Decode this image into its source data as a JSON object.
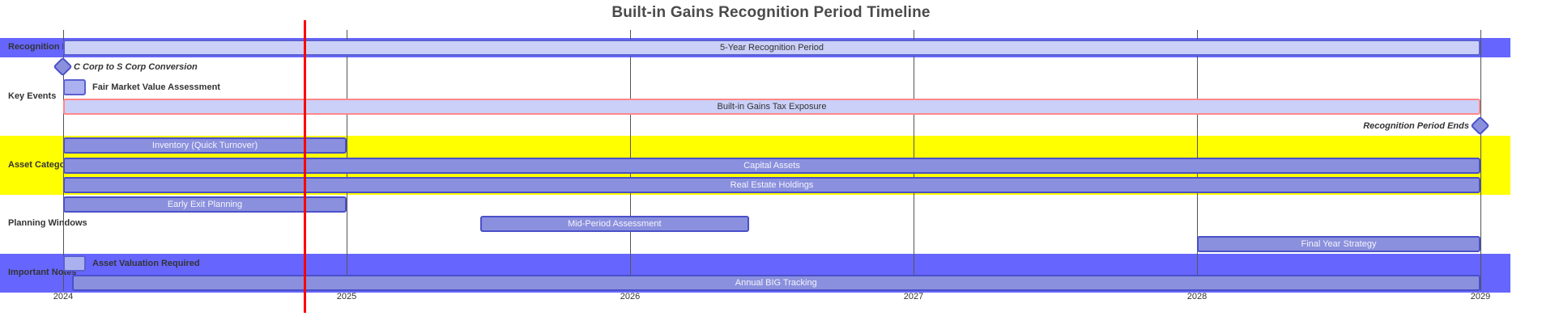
{
  "page": {
    "background": "#ffffff"
  },
  "chart_data": {
    "type": "gantt",
    "title": "Built-in Gains Recognition Period Timeline",
    "x_axis": {
      "ticks": [
        "2024",
        "2025",
        "2026",
        "2027",
        "2028",
        "2029"
      ],
      "start_year": 2024,
      "end_year": 2029,
      "grid": true
    },
    "today_marker_year": 2024.85,
    "legend_position": "none",
    "palette": {
      "task_fill": "#8a90dd",
      "task_border": "#4a50c8",
      "light_fill": "#cbd0f8",
      "light_border": "#5a60d2",
      "critical_border": "#ff8888",
      "active_fill": "#abb1ee",
      "milestone_fill": "#8a90dd",
      "section_band_blue": "#6666ff",
      "section_band_yellow": "#ffff00",
      "today_line": "#ff0000",
      "grid_line": "#555555",
      "text_dark": "#333333",
      "text_light": "#f4f4fb",
      "title_color": "#4a4a4a"
    },
    "sections": [
      {
        "name": "Recognition Period",
        "band_color": "#6666ff"
      },
      {
        "name": "Key Events",
        "band_color": "transparent"
      },
      {
        "name": "Asset Categories",
        "band_color": "#ffff00"
      },
      {
        "name": "Planning Windows",
        "band_color": "transparent"
      },
      {
        "name": "Important Notes",
        "band_color": "#6666ff"
      }
    ],
    "tasks": [
      {
        "section": 0,
        "label": "5-Year Recognition Period",
        "start": 2024,
        "end": 2029,
        "kind": "bar",
        "style": "light",
        "label_position": "inside",
        "label_color": "dark",
        "label_style": "normal"
      },
      {
        "section": 1,
        "label": "C Corp to S Corp Conversion",
        "start": 2024,
        "end": 2024,
        "kind": "milestone",
        "style": "mid",
        "label_position": "after",
        "label_color": "dark",
        "label_style": "bold-italic"
      },
      {
        "section": 1,
        "label": "Fair Market Value Assessment",
        "start": 2024,
        "end": 2024.08,
        "kind": "bar",
        "style": "active",
        "label_position": "after",
        "label_color": "dark",
        "label_style": "bold"
      },
      {
        "section": 1,
        "label": "Built-in Gains Tax Exposure",
        "start": 2024,
        "end": 2029,
        "kind": "bar",
        "style": "critical",
        "label_position": "inside",
        "label_color": "dark",
        "label_style": "normal"
      },
      {
        "section": 1,
        "label": "Recognition Period Ends",
        "start": 2029,
        "end": 2029,
        "kind": "milestone",
        "style": "mid",
        "label_position": "before",
        "label_color": "dark",
        "label_style": "bold-italic"
      },
      {
        "section": 2,
        "label": "Inventory (Quick Turnover)",
        "start": 2024,
        "end": 2025,
        "kind": "bar",
        "style": "mid",
        "label_position": "inside",
        "label_color": "light",
        "label_style": "normal"
      },
      {
        "section": 2,
        "label": "Capital Assets",
        "start": 2024,
        "end": 2029,
        "kind": "bar",
        "style": "mid",
        "label_position": "inside",
        "label_color": "light",
        "label_style": "normal"
      },
      {
        "section": 2,
        "label": "Real Estate Holdings",
        "start": 2024,
        "end": 2029,
        "kind": "bar",
        "style": "mid",
        "label_position": "inside",
        "label_color": "light",
        "label_style": "normal"
      },
      {
        "section": 3,
        "label": "Early Exit Planning",
        "start": 2024,
        "end": 2025,
        "kind": "bar",
        "style": "mid",
        "label_position": "inside",
        "label_color": "light",
        "label_style": "normal"
      },
      {
        "section": 3,
        "label": "Mid-Period Assessment",
        "start": 2025.47,
        "end": 2026.42,
        "kind": "bar",
        "style": "mid",
        "label_position": "inside",
        "label_color": "light",
        "label_style": "normal"
      },
      {
        "section": 3,
        "label": "Final Year Strategy",
        "start": 2028,
        "end": 2029,
        "kind": "bar",
        "style": "mid",
        "label_position": "inside",
        "label_color": "light",
        "label_style": "normal"
      },
      {
        "section": 4,
        "label": "Asset Valuation Required",
        "start": 2024,
        "end": 2024.08,
        "kind": "bar",
        "style": "active",
        "label_position": "after",
        "label_color": "dark",
        "label_style": "bold"
      },
      {
        "section": 4,
        "label": "Annual BIG Tracking",
        "start": 2024.03,
        "end": 2029,
        "kind": "bar",
        "style": "mid",
        "label_position": "inside",
        "label_color": "light",
        "label_style": "normal"
      }
    ]
  }
}
